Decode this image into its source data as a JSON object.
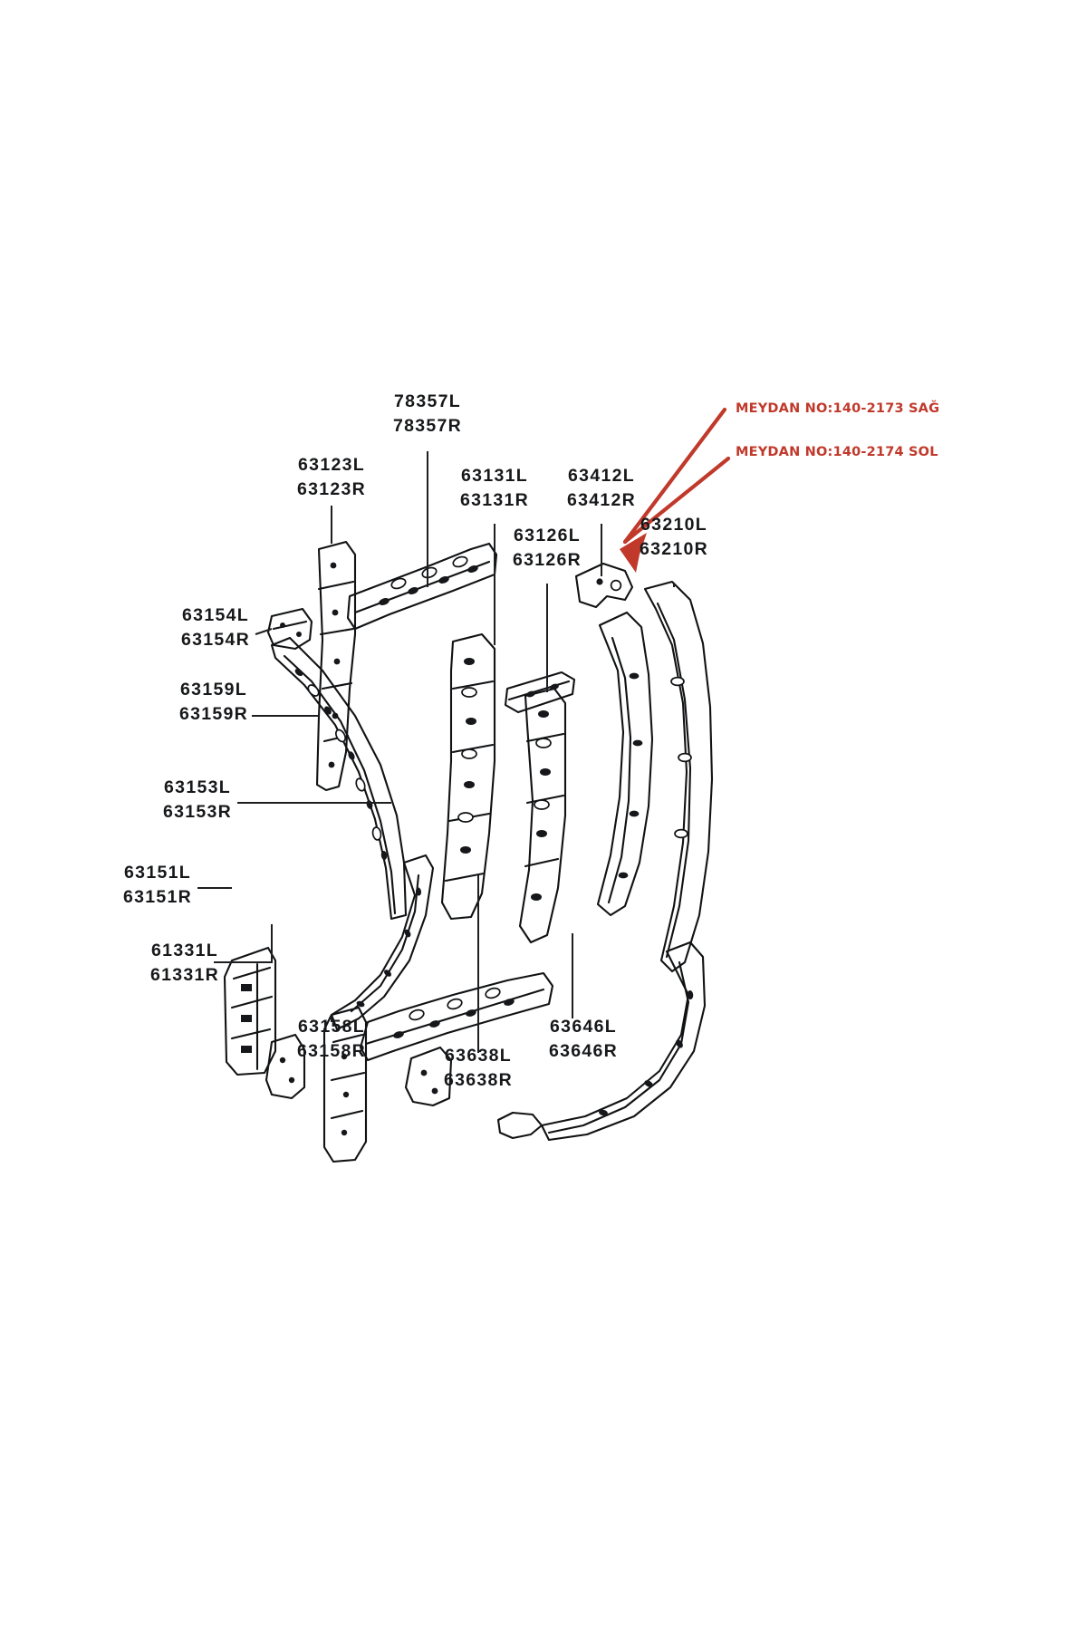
{
  "document": {
    "type": "automotive-parts-exploded-diagram",
    "subject": "Vehicle body side panel / pillar structural components",
    "background_color": "#ffffff",
    "line_color": "#111214",
    "annotation_color": "#c0392b"
  },
  "annotations": {
    "color": "#c0392b",
    "items": [
      {
        "id": "meydan-right",
        "text": "MEYDAN NO:140-2173 SAĞ",
        "side": "SAĞ"
      },
      {
        "id": "meydan-left",
        "text": "MEYDAN NO:140-2174 SOL",
        "side": "SOL"
      }
    ],
    "arrow": {
      "name": "red-callout-arrow",
      "points_to": "63210L / 63210R",
      "direction": "down-left"
    }
  },
  "part_labels": [
    {
      "id": "p78357",
      "left": "78357L",
      "right": "78357R",
      "align": "center"
    },
    {
      "id": "p63123",
      "left": "63123L",
      "right": "63123R",
      "align": "center"
    },
    {
      "id": "p63131",
      "left": "63131L",
      "right": "63131R",
      "align": "center"
    },
    {
      "id": "p63412",
      "left": "63412L",
      "right": "63412R",
      "align": "center"
    },
    {
      "id": "p63126",
      "left": "63126L",
      "right": "63126R",
      "align": "center"
    },
    {
      "id": "p63210",
      "left": "63210L",
      "right": "63210R",
      "align": "center"
    },
    {
      "id": "p63154",
      "left": "63154L",
      "right": "63154R",
      "align": "center"
    },
    {
      "id": "p63159",
      "left": "63159L",
      "right": "63159R",
      "align": "center"
    },
    {
      "id": "p63153",
      "left": "63153L",
      "right": "63153R",
      "align": "center"
    },
    {
      "id": "p63151",
      "left": "63151L",
      "right": "63151R",
      "align": "center"
    },
    {
      "id": "p61331",
      "left": "61331L",
      "right": "61331R",
      "align": "center"
    },
    {
      "id": "p63158",
      "left": "63158L",
      "right": "63158R",
      "align": "center"
    },
    {
      "id": "p63638",
      "left": "63638L",
      "right": "63638R",
      "align": "center"
    },
    {
      "id": "p63646",
      "left": "63646L",
      "right": "63646R",
      "align": "center"
    }
  ]
}
